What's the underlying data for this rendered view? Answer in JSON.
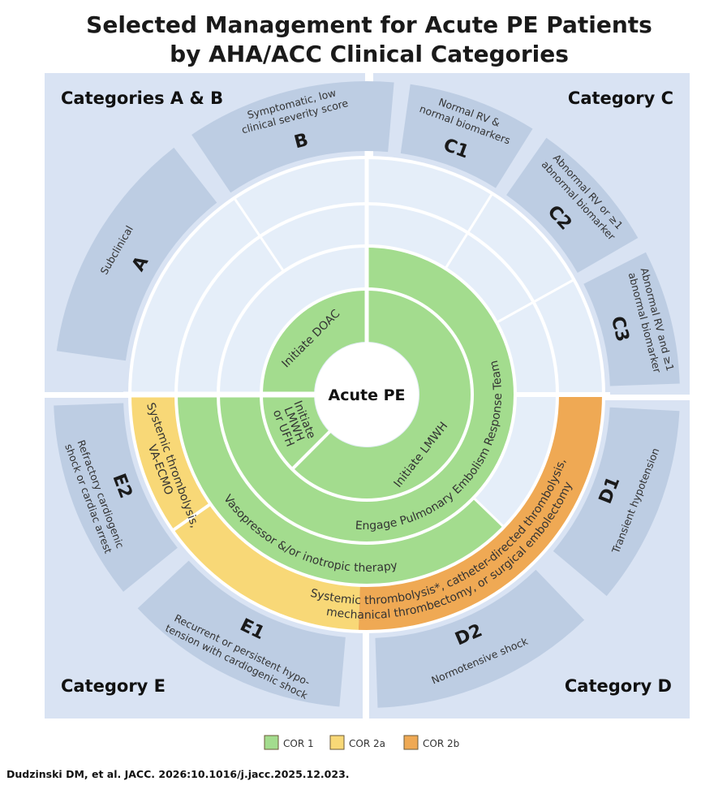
{
  "title": [
    "Selected Management for Acute PE Patients",
    "by AHA/ACC Clinical Categories"
  ],
  "panels": {
    "ab": "Categories A & B",
    "c": "Category C",
    "d": "Category D",
    "e": "Category E"
  },
  "categories": [
    {
      "id": "A",
      "lines": [
        "Subclinical"
      ]
    },
    {
      "id": "B",
      "lines": [
        "Symptomatic, low",
        "clinical severity score"
      ]
    },
    {
      "id": "C1",
      "lines": [
        "Normal RV &",
        "normal biomarkers"
      ]
    },
    {
      "id": "C2",
      "lines": [
        "Abnormal RV or ≥1",
        "abnormal biomarker"
      ]
    },
    {
      "id": "C3",
      "lines": [
        "Abnormal RV and ≥1",
        "abnormal biomarker"
      ]
    },
    {
      "id": "D1",
      "lines": [
        "Transient hypotension"
      ]
    },
    {
      "id": "D2",
      "lines": [
        "Normotensive shock"
      ]
    },
    {
      "id": "E1",
      "lines": [
        "Recurrent or persistent hypo-",
        "tension with cardiogenic shock"
      ]
    },
    {
      "id": "E2",
      "lines": [
        "Refractory cardiogenic",
        "shock or cardiac arrest"
      ]
    }
  ],
  "center": "Acute PE",
  "therapies": {
    "doac": "Initiate DOAC",
    "lmwh_ufh": [
      "Initiate",
      "LMWH",
      "or UFH"
    ],
    "lmwh": "Initiate LMWH",
    "pert": "Engage Pulmonary Embolism Response Team",
    "vaso": "Vasopressor &/or inotropic therapy",
    "advanced": [
      "Systemic thrombolysis*, catheter-directed thrombolysis,",
      "mechanical thrombectomy, or surgical embolectomy"
    ],
    "ecmo": [
      "Systemic thrombolysis,",
      "VA-ECMO"
    ]
  },
  "legend": [
    {
      "label": "COR 1",
      "color": "#a3dc8e"
    },
    {
      "label": "COR 2a",
      "color": "#f8d877"
    },
    {
      "label": "COR 2b",
      "color": "#efa954"
    }
  ],
  "colors": {
    "panel": "#d9e3f3",
    "wedge": "#bdcde3",
    "disc": "#e5eef9",
    "cor1": "#a3dc8e",
    "cor2a": "#f8d877",
    "cor2b": "#efa954"
  },
  "citation": "Dudzinski DM, et al. JACC. 2026:10.1016/j.jacc.2025.12.023."
}
